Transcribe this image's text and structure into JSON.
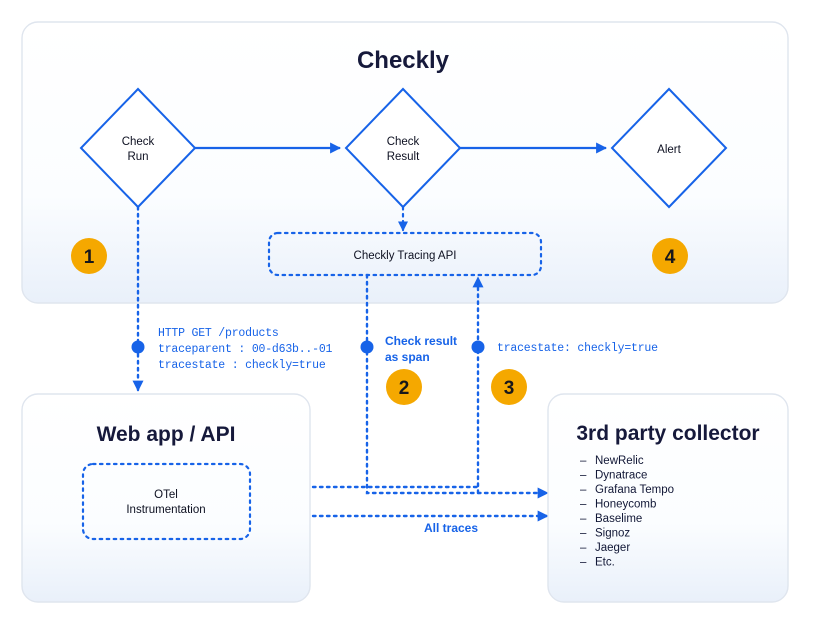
{
  "diagram": {
    "panels": {
      "checkly": {
        "title": "Checkly",
        "nodes": [
          {
            "id": "check-run",
            "label_line1": "Check",
            "label_line2": "Run"
          },
          {
            "id": "check-result",
            "label_line1": "Check",
            "label_line2": "Result"
          },
          {
            "id": "alert",
            "label_line1": "Alert",
            "label_line2": ""
          }
        ],
        "tracing_api_label": "Checkly Tracing API"
      },
      "webapp": {
        "title": "Web app / API",
        "inner_box_line1": "OTel",
        "inner_box_line2": "Instrumentation"
      },
      "collector": {
        "title": "3rd party collector",
        "items": [
          "NewRelic",
          "Dynatrace",
          "Grafana Tempo",
          "Honeycomb",
          "Baselime",
          "Signoz",
          "Jaeger",
          "Etc."
        ],
        "bullet": "–"
      }
    },
    "badges": [
      {
        "id": "badge-1",
        "number": "1"
      },
      {
        "id": "badge-2",
        "number": "2"
      },
      {
        "id": "badge-3",
        "number": "3"
      },
      {
        "id": "badge-4",
        "number": "4"
      }
    ],
    "annotations": {
      "http_request": "HTTP GET /products",
      "traceparent": "traceparent : 00-d63b..-01",
      "tracestate_left": "tracestate  : checkly=true",
      "check_result_as_span_line1": "Check result",
      "check_result_as_span_line2": "as span",
      "tracestate_right": "tracestate: checkly=true",
      "all_traces": "All traces"
    },
    "colors": {
      "accent_blue": "#1763e8",
      "badge_amber": "#f5a800",
      "panel_border": "#dfe5ee",
      "panel_bg_top": "#ffffff",
      "panel_bg_bottom": "#eaf1fb",
      "title_navy": "#16193b"
    }
  }
}
